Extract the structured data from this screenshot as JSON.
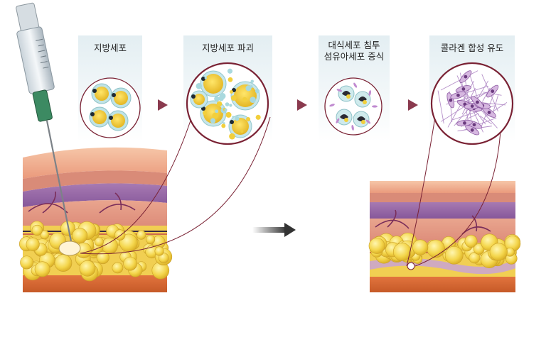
{
  "stages": [
    {
      "id": "fat-cells",
      "label": "지방세포"
    },
    {
      "id": "fat-cell-destruction",
      "label": "지방세포 파괴"
    },
    {
      "id": "macrophage-infiltration",
      "label_line1": "대식세포 침투",
      "label_line2": "섬유아세포 증식"
    },
    {
      "id": "collagen-induction",
      "label": "콜라겐 합성 유도"
    }
  ],
  "icons": {
    "syringe": "syringe-icon",
    "arrow": "arrow-right-icon",
    "stage_arrow": "triangle-right-icon"
  },
  "colors": {
    "stage_arrow": "#8a3a4e",
    "circle_border": "#7a2234",
    "fat_yellow": "#f2d24a",
    "skin_pink": "#e9a48a",
    "purple_layer": "#9a6aa6",
    "collagen_purple": "#b590c9"
  }
}
